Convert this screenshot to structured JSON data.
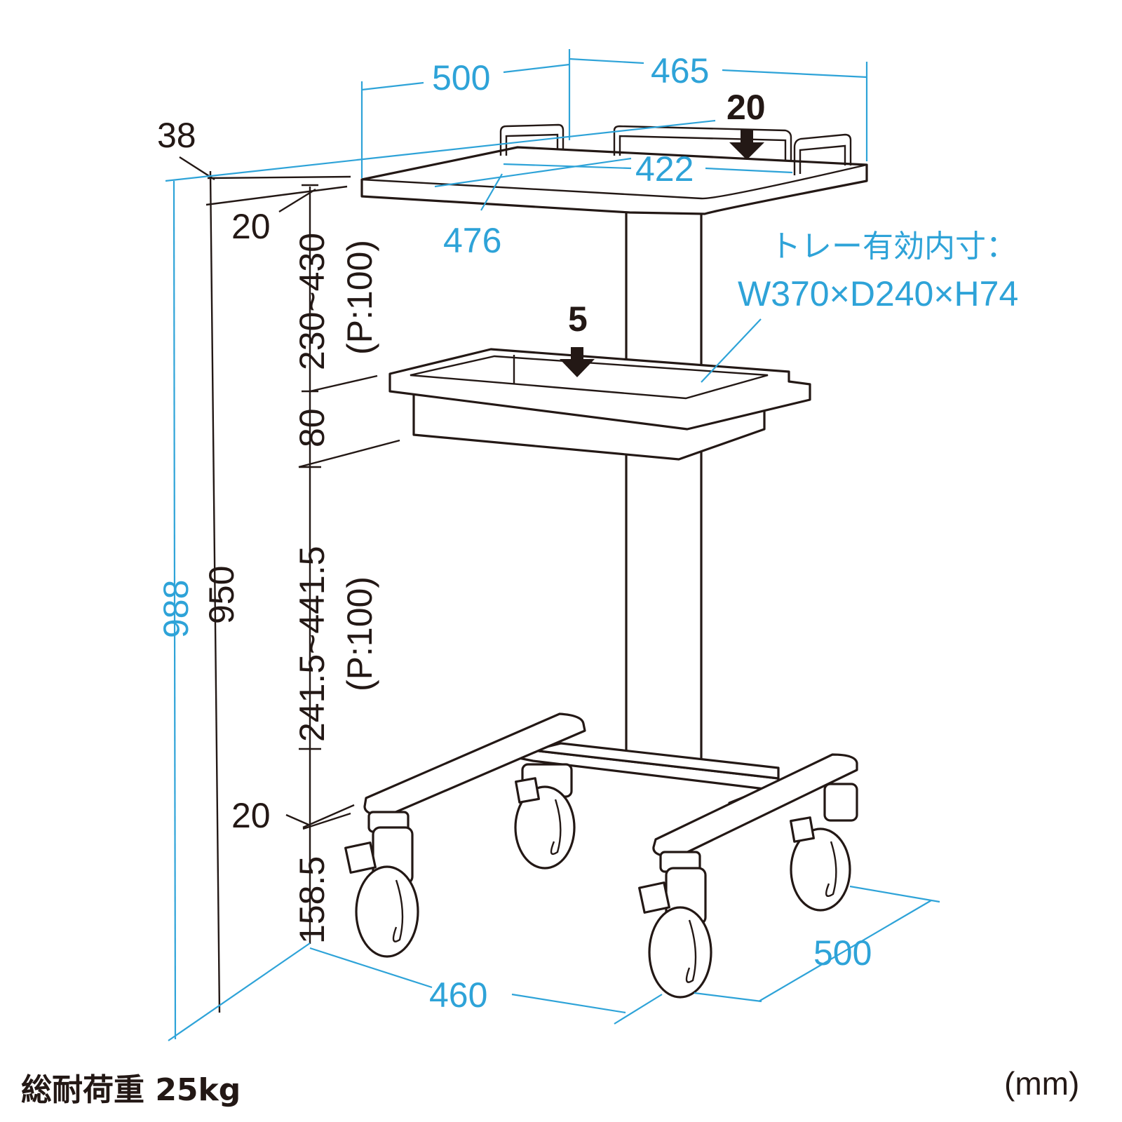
{
  "dimensions": {
    "width_top": "500",
    "depth_top": "465",
    "handle_height": "20",
    "inner_width": "422",
    "inner_depth": "476",
    "edge": "38",
    "top_thickness": "20",
    "top_shelf_range": "230~430",
    "top_shelf_pitch": "(P:100)",
    "tray_gap": "80",
    "tray_to_base": "241.5~441.5",
    "base_pitch": "(P:100)",
    "base_thickness": "20",
    "caster_height": "158.5",
    "tray_load": "5",
    "total_height": "988",
    "height_950": "950",
    "base_width": "460",
    "base_depth": "500"
  },
  "tray_note": {
    "line1": "トレー有効内寸：",
    "line2": "W370×D240×H74"
  },
  "footer": {
    "load": "総耐荷重 25kg",
    "unit": "(mm)"
  },
  "colors": {
    "dimension_blue": "#2ea3d8",
    "line_black": "#231815"
  }
}
